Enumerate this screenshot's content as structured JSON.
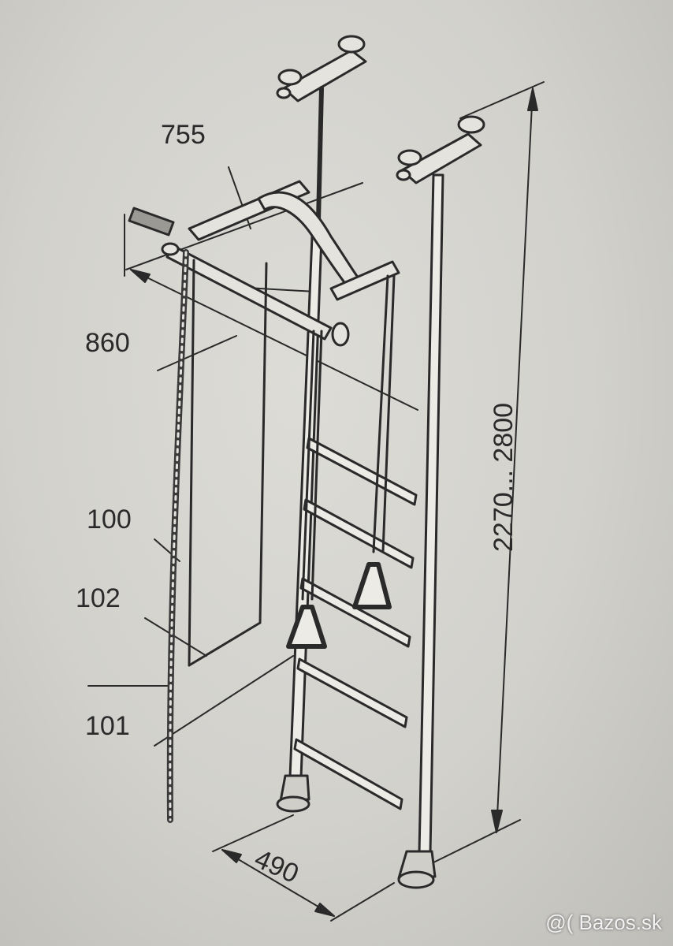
{
  "diagram": {
    "labels": {
      "width_top": "755",
      "depth_top": "860",
      "part_100": "100",
      "part_102": "102",
      "part_101": "101",
      "base_depth": "490",
      "height_range": "2270... 2800"
    },
    "parts": [
      "wall-bars-frame",
      "pull-up-bar",
      "climbing-rope",
      "gymnastic-rings",
      "rope-ladder",
      "ceiling-mounts",
      "floor-feet"
    ]
  },
  "watermark": {
    "text": "@( Bazos.sk"
  },
  "colors": {
    "background": "#d2d1cc",
    "ink": "#2a2a2a",
    "watermark": "#f2f2f2"
  }
}
